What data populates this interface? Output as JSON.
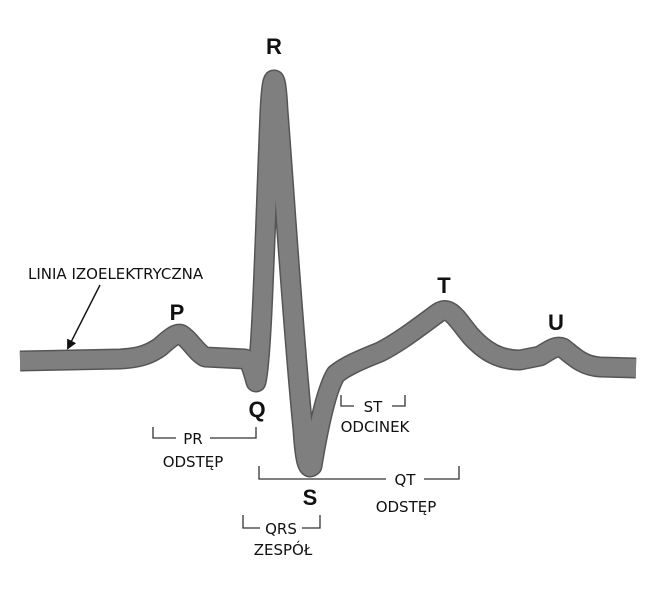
{
  "waves": {
    "p": "P",
    "q": "Q",
    "r": "R",
    "s": "S",
    "t": "T",
    "u": "U"
  },
  "labels": {
    "isoelectric_line": "LINIA IZOELEKTRYCZNA",
    "pr_interval": {
      "code": "PR",
      "word": "ODSTĘP"
    },
    "st_segment": {
      "code": "ST",
      "word": "ODCINEK"
    },
    "qrs_complex": {
      "code": "QRS",
      "word": "ZESPÓŁ"
    },
    "qt_interval": {
      "code": "QT",
      "word": "ODSTĘP"
    }
  },
  "colors": {
    "waveform": "#7f7f7f",
    "waveform_edge": "#555555",
    "text": "#111111"
  }
}
